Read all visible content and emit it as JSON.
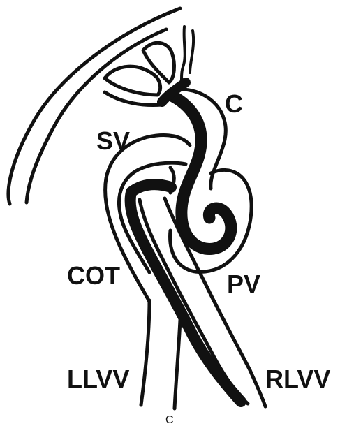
{
  "diagram": {
    "labels": {
      "c_top": "C",
      "sv": "SV",
      "cot": "COT",
      "pv": "PV",
      "llvv": "LLVV",
      "rlvv": "RLVV",
      "c_bottom": "C"
    },
    "colors": {
      "ink": "#111111",
      "background": "#ffffff"
    }
  }
}
